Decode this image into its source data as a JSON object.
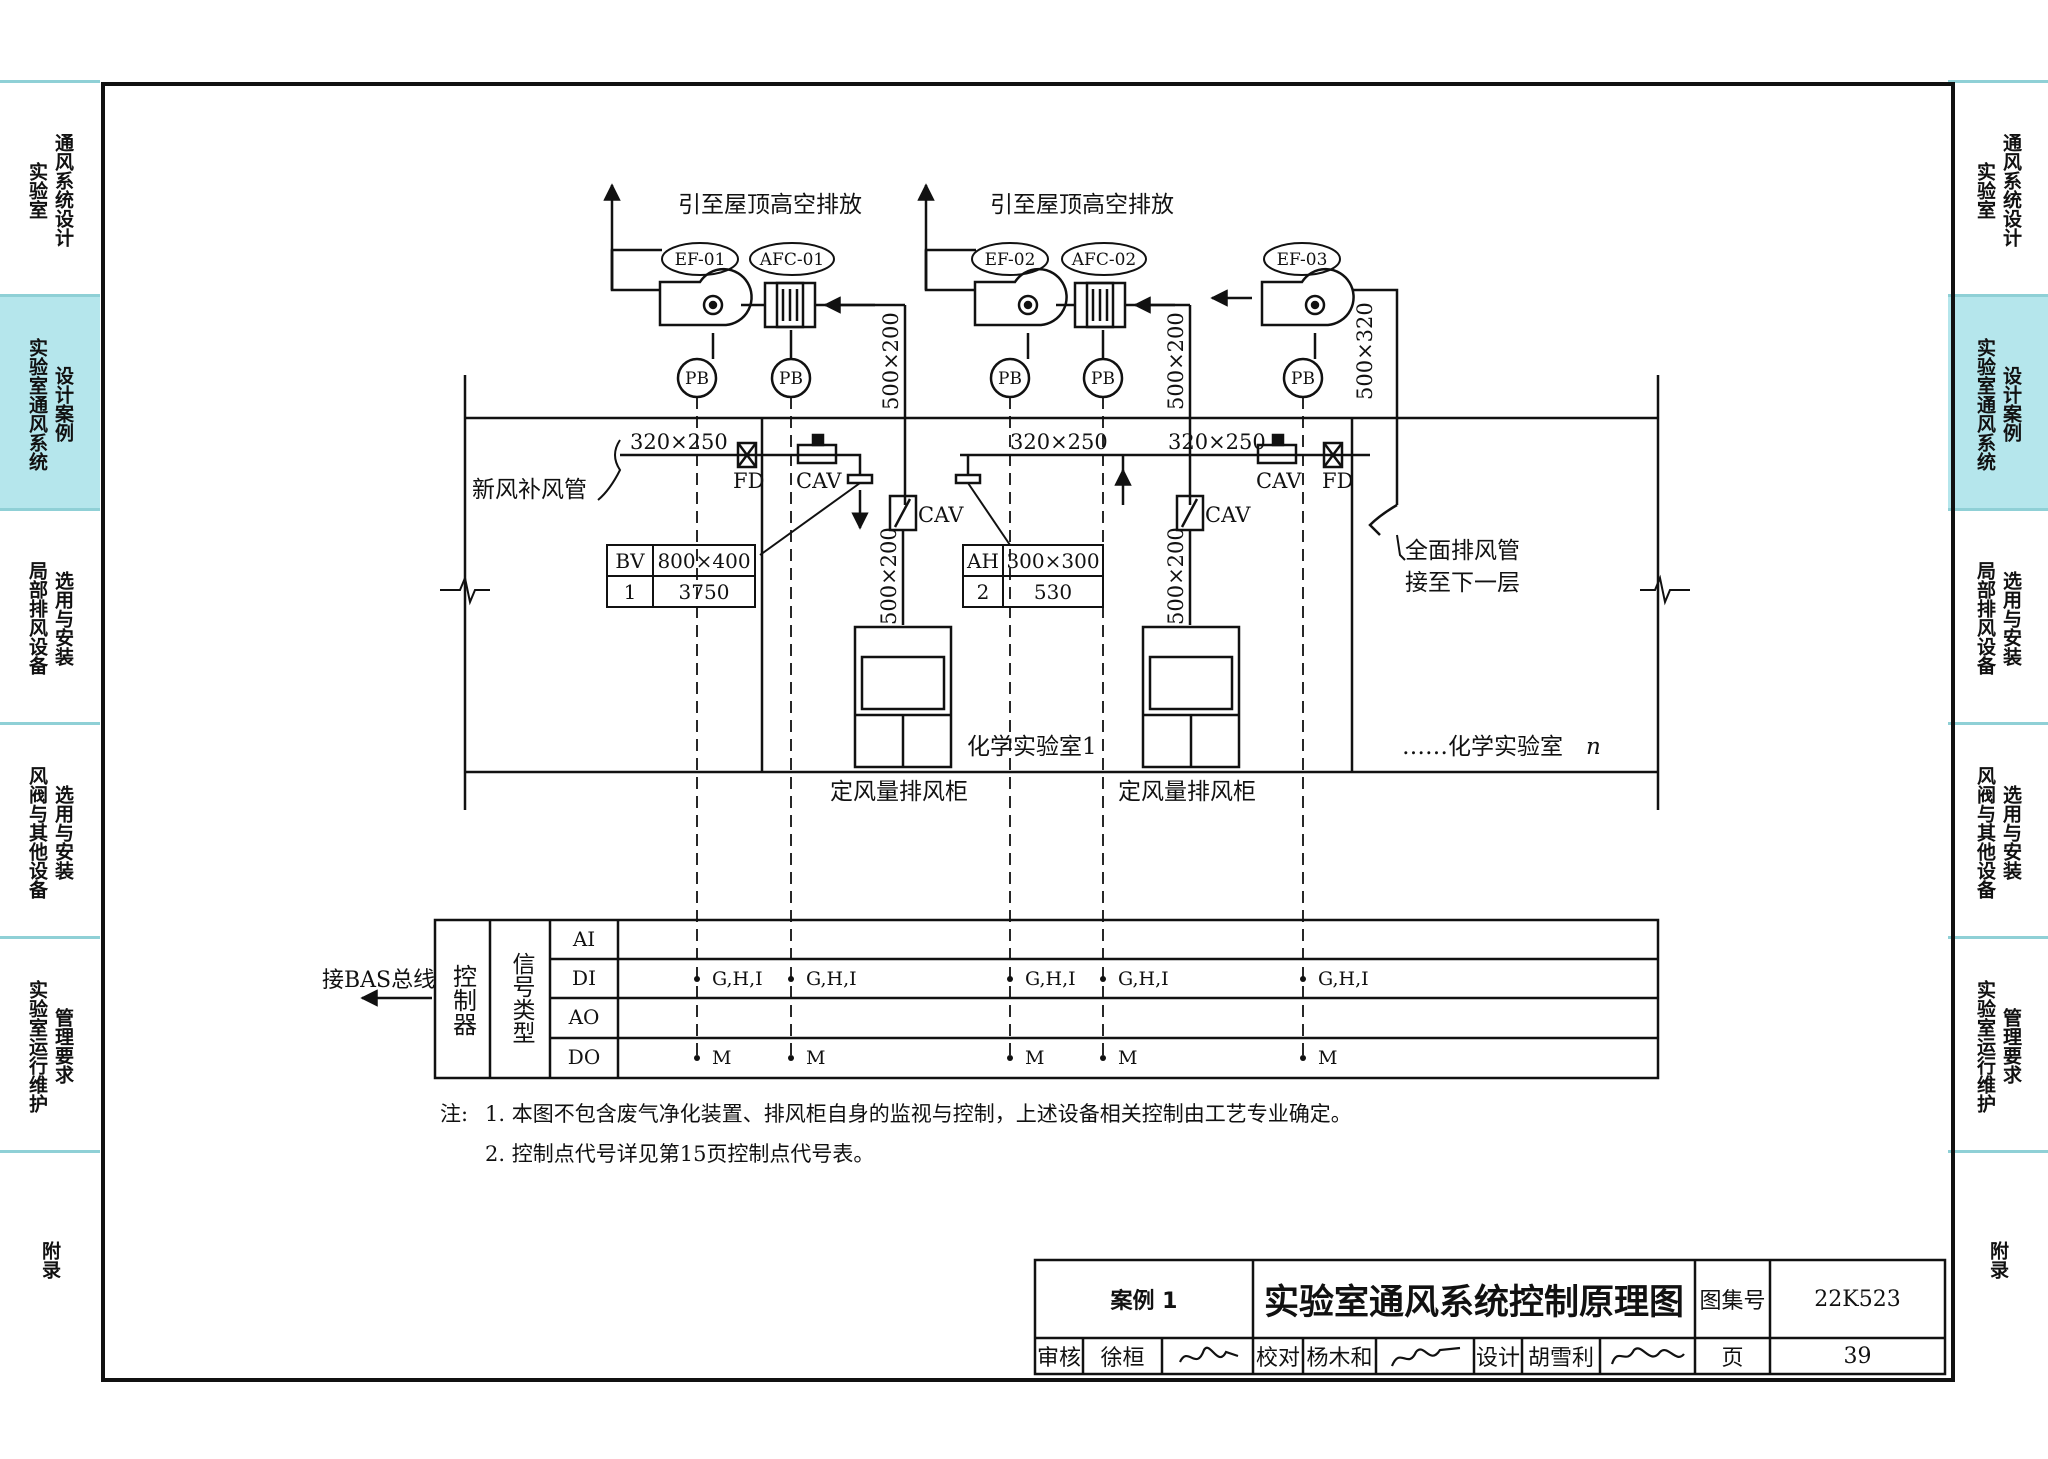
{
  "side_tabs_left": [
    {
      "lines": [
        "实验室",
        "通风系统设计"
      ],
      "active": false
    },
    {
      "lines": [
        "实验室通风系统",
        "设计案例"
      ],
      "active": true
    },
    {
      "lines": [
        "局部排风设备",
        "选用与安装"
      ],
      "active": false
    },
    {
      "lines": [
        "风阀与其他设备",
        "选用与安装"
      ],
      "active": false
    },
    {
      "lines": [
        "实验室运行维护",
        "管理要求"
      ],
      "active": false
    },
    {
      "lines": [
        "附录"
      ],
      "active": false
    }
  ],
  "side_tabs_right": [
    {
      "lines": [
        "实验室",
        "通风系统设计"
      ],
      "active": false
    },
    {
      "lines": [
        "实验室通风系统",
        "设计案例"
      ],
      "active": true
    },
    {
      "lines": [
        "局部排风设备",
        "选用与安装"
      ],
      "active": false
    },
    {
      "lines": [
        "风阀与其他设备",
        "选用与安装"
      ],
      "active": false
    },
    {
      "lines": [
        "实验室运行维护",
        "管理要求"
      ],
      "active": false
    },
    {
      "lines": [
        "附录"
      ],
      "active": false
    }
  ],
  "diagram": {
    "exhaust_label_1": "引至屋顶高空排放",
    "exhaust_label_2": "引至屋顶高空排放",
    "fans": [
      "EF-01",
      "EF-02",
      "EF-03"
    ],
    "filters": [
      "AFC-01",
      "AFC-02"
    ],
    "pb": "PB",
    "duct_500x200": "500×200",
    "duct_500x320": "500×320",
    "duct_320x250": "320×250",
    "cav": "CAV",
    "fd": "FD",
    "fresh_air": "新风补风管",
    "general_exhaust_1": "全面排风管",
    "general_exhaust_2": "接至下一层",
    "bv_table": [
      [
        "BV",
        "800×400"
      ],
      [
        "1",
        "3750"
      ]
    ],
    "ah_table": [
      [
        "AH",
        "300×300"
      ],
      [
        "2",
        "530"
      ]
    ],
    "lab1": "化学实验室1",
    "labn_prefix": "……化学实验室",
    "labn_suffix": "n",
    "hood_label_1": "定风量排风柜",
    "hood_label_2": "定风量排风柜"
  },
  "control": {
    "bas": "接BAS总线",
    "controller": "控制器",
    "signal_type": "信号类型",
    "signal_rows": [
      "AI",
      "DI",
      "AO",
      "DO"
    ],
    "di_value": "G,H,I",
    "do_value": "M"
  },
  "notes": {
    "prefix": "注:",
    "items": [
      "1. 本图不包含废气净化装置、排风柜自身的监视与控制，上述设备相关控制由工艺专业确定。",
      "2. 控制点代号详见第15页控制点代号表。"
    ]
  },
  "title_block": {
    "case": "案例 1",
    "title": "实验室通风系统控制原理图",
    "atlas_label": "图集号",
    "atlas_no": "22K523",
    "review_label": "审核",
    "reviewer": "徐桓",
    "check_label": "校对",
    "checker": "杨木和",
    "design_label": "设计",
    "designer": "胡雪利",
    "page_label": "页",
    "page_no": "39"
  }
}
